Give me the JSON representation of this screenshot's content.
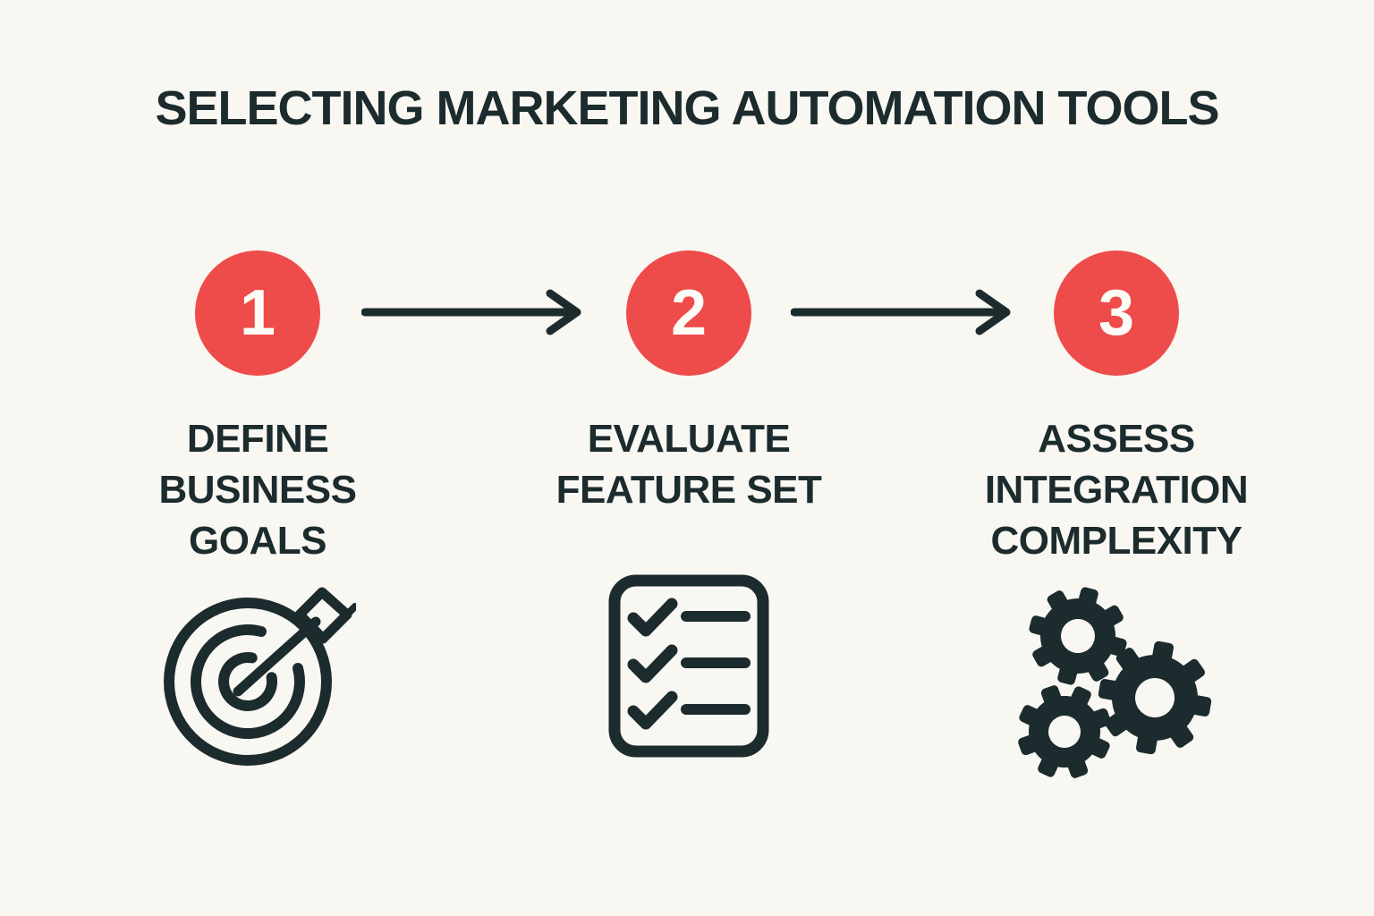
{
  "title": "SELECTING MARKETING AUTOMATION TOOLS",
  "steps": [
    {
      "number": "1",
      "label": "DEFINE\nBUSINESS\nGOALS",
      "icon": "target-icon"
    },
    {
      "number": "2",
      "label": "EVALUATE\nFEATURE SET",
      "icon": "checklist-icon"
    },
    {
      "number": "3",
      "label": "ASSESS\nINTEGRATION\nCOMPLEXITY",
      "icon": "gears-icon"
    }
  ],
  "connectors": [
    {
      "from": "1",
      "to": "2",
      "shape": "right-arrow"
    },
    {
      "from": "2",
      "to": "3",
      "shape": "right-arrow"
    }
  ],
  "colors": {
    "background": "#f9f7f1",
    "accent_red": "#ee4b4b",
    "ink": "#1c2b2d",
    "number_text": "#fdfcf6"
  }
}
